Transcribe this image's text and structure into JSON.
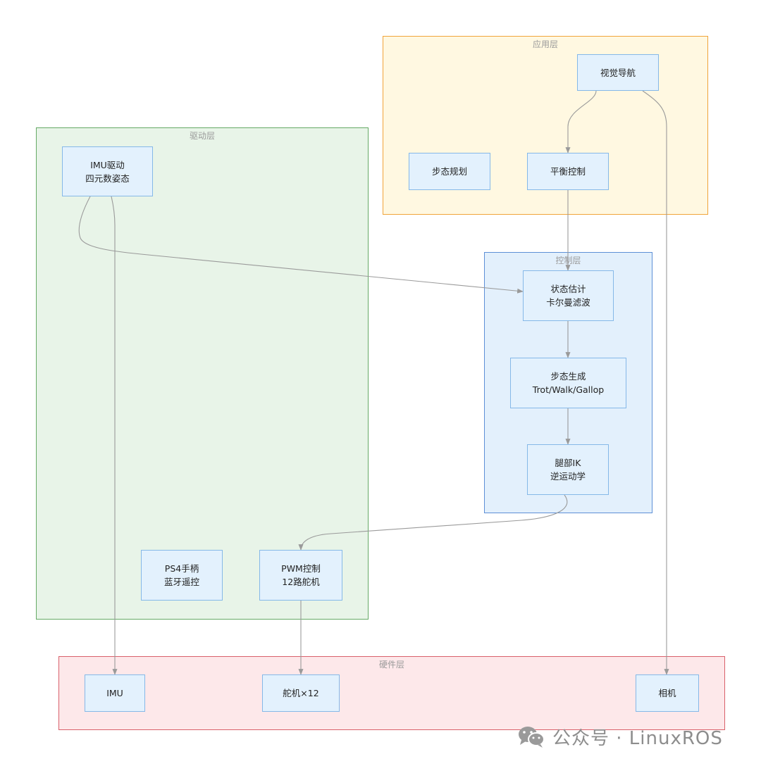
{
  "layers": {
    "app": {
      "title": "应用层",
      "fill": "#fff8e1",
      "stroke": "#f0a43a"
    },
    "driver": {
      "title": "驱动层",
      "fill": "#e8f4e8",
      "stroke": "#66aa66"
    },
    "control": {
      "title": "控制层",
      "fill": "#e3f0fc",
      "stroke": "#5d8fd6"
    },
    "hardware": {
      "title": "硬件层",
      "fill": "#fde8ea",
      "stroke": "#d9616b"
    }
  },
  "nodes": {
    "visual_nav": {
      "lines": [
        "视觉导航"
      ]
    },
    "gait_plan": {
      "lines": [
        "步态规划"
      ]
    },
    "balance": {
      "lines": [
        "平衡控制"
      ]
    },
    "imu_driver": {
      "lines": [
        "IMU驱动",
        "四元数姿态"
      ]
    },
    "state_est": {
      "lines": [
        "状态估计",
        "卡尔曼滤波"
      ]
    },
    "gait_gen": {
      "lines": [
        "步态生成",
        "Trot/Walk/Gallop"
      ]
    },
    "leg_ik": {
      "lines": [
        "腿部IK",
        "逆运动学"
      ]
    },
    "ps4": {
      "lines": [
        "PS4手柄",
        "蓝牙遥控"
      ]
    },
    "pwm": {
      "lines": [
        "PWM控制",
        "12路舵机"
      ]
    },
    "imu": {
      "lines": [
        "IMU"
      ]
    },
    "servo": {
      "lines": [
        "舵机×12"
      ]
    },
    "camera": {
      "lines": [
        "相机"
      ]
    }
  },
  "edges": [
    {
      "from": "visual_nav",
      "to": "balance"
    },
    {
      "from": "visual_nav",
      "to": "camera"
    },
    {
      "from": "balance",
      "to": "state_est"
    },
    {
      "from": "imu_driver",
      "to": "state_est"
    },
    {
      "from": "imu_driver",
      "to": "imu"
    },
    {
      "from": "state_est",
      "to": "gait_gen"
    },
    {
      "from": "gait_gen",
      "to": "leg_ik"
    },
    {
      "from": "leg_ik",
      "to": "pwm"
    },
    {
      "from": "pwm",
      "to": "servo"
    }
  ],
  "colors": {
    "edge": "#9a9a9a",
    "node_fill": "#e3f1fd",
    "node_stroke": "#85b8e8"
  },
  "watermark": {
    "icon": "wechat-icon",
    "text": "公众号 · LinuxROS"
  }
}
